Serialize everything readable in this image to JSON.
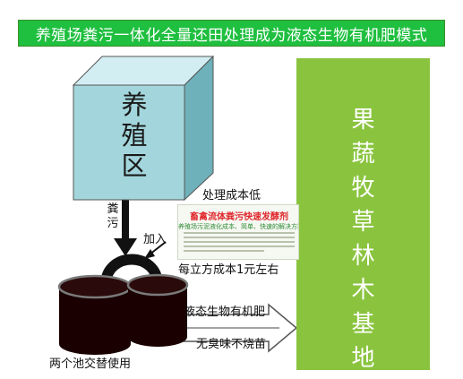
{
  "title": "养殖场粪污一体化全量还田处理成为液态生物有机肥模式",
  "farm": {
    "label": [
      "养",
      "殖",
      "区"
    ]
  },
  "base": {
    "label": [
      "果",
      "蔬",
      "牧",
      "草",
      "林",
      "木",
      "基",
      "地"
    ]
  },
  "flow": {
    "feces_label": [
      "粪",
      "污"
    ],
    "add_label": "加入",
    "low_cost": "处理成本低",
    "cost_note": "每立方成本1元左右",
    "output": "液态生物有机肥",
    "benefit": "无臭味不烧苗",
    "tanks_note": "两个池交替使用"
  },
  "product": {
    "headline": "畜禽流体粪污快速发酵剂",
    "subline": "养殖场污泥液化成本、简单、快速的解决方案产品"
  },
  "colors": {
    "title_bg": "#1fbf3f",
    "base_bg": "#8ac43f",
    "cube_front": "#a3d6dc",
    "tank": "#1a0000",
    "arrow": "#111111"
  }
}
